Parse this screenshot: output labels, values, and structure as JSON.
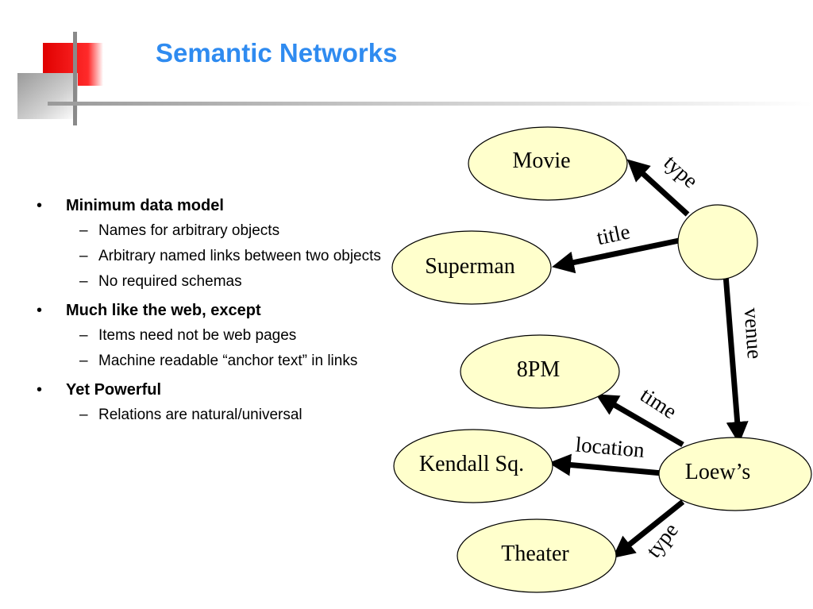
{
  "slide": {
    "title": "Semantic Networks"
  },
  "bullets": [
    {
      "text": "Minimum data model",
      "subitems": [
        "Names for arbitrary objects",
        "Arbitrary named links between two objects",
        "No required schemas"
      ]
    },
    {
      "text": "Much like the web, except",
      "subitems": [
        "Items need not be web pages",
        "Machine readable “anchor text” in links"
      ]
    },
    {
      "text": "Yet Powerful",
      "subitems": [
        "Relations are natural/universal"
      ]
    }
  ],
  "diagram": {
    "nodes": [
      {
        "id": "movie",
        "label": "Movie"
      },
      {
        "id": "superman",
        "label": "Superman"
      },
      {
        "id": "blank",
        "label": ""
      },
      {
        "id": "8pm",
        "label": "8PM"
      },
      {
        "id": "kendall",
        "label": "Kendall Sq."
      },
      {
        "id": "loews",
        "label": "Loew’s"
      },
      {
        "id": "theater",
        "label": "Theater"
      }
    ],
    "edges": [
      {
        "from": "blank",
        "to": "movie",
        "label": "type"
      },
      {
        "from": "blank",
        "to": "superman",
        "label": "title"
      },
      {
        "from": "blank",
        "to": "loews",
        "label": "venue"
      },
      {
        "from": "loews",
        "to": "8pm",
        "label": "time"
      },
      {
        "from": "loews",
        "to": "kendall",
        "label": "location"
      },
      {
        "from": "loews",
        "to": "theater",
        "label": "type"
      }
    ]
  },
  "colors": {
    "title": "#2f8bf0",
    "node_fill": "#ffffcc",
    "logo_red": "#ee1111",
    "logo_gray": "#8a8a8a"
  },
  "bullet_marker": "•",
  "subitem_marker": "–"
}
